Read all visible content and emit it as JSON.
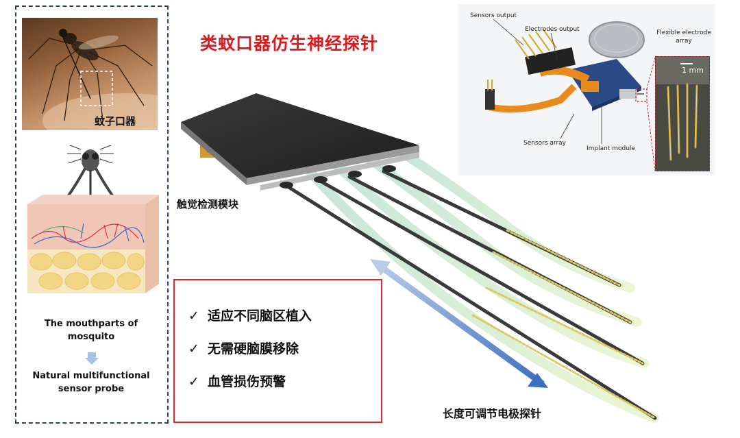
{
  "title": "类蚊口器仿生神经探针",
  "left_panel": {
    "photo_label": "蚊子口器",
    "caption_top": "The mouthparts of mosquito",
    "caption_bottom": "Natural multifunctional sensor probe"
  },
  "device_labels": {
    "tactile_module": "触觉检测模块",
    "probe": "长度可调节电极探针"
  },
  "features": [
    {
      "check": "✓",
      "text": "适应不同脑区植入"
    },
    {
      "check": "✓",
      "text": "无需硬脑膜移除"
    },
    {
      "check": "✓",
      "text": "血管损伤预警"
    }
  ],
  "photo_inset": {
    "sensors_output": "Sensors output",
    "electrodes_output": "Electrodes output",
    "flexible_array": "Flexible electrode array",
    "sensors_array": "Sensors array",
    "implant_module": "Implant module",
    "scale": "1 mm"
  },
  "colors": {
    "title_red": "#e0181b",
    "box_red": "#e2252b",
    "panel_blue": "#2d3f7a"
  }
}
